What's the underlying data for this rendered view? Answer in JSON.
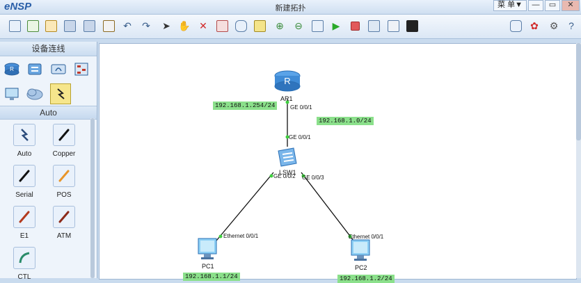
{
  "app": {
    "logo": "eNSP",
    "window_title": "新建拓扑",
    "menu_label": "菜 单▼"
  },
  "window_controls": {
    "minimize": "—",
    "restore": "▭",
    "close": "✕"
  },
  "toolbar": {
    "left_icons": [
      "new-topology-icon",
      "new-device-icon",
      "open-icon",
      "save-icon",
      "save-as-icon",
      "print-icon",
      "undo-icon",
      "redo-icon",
      "select-pointer-icon",
      "hand-pan-icon",
      "delete-icon",
      "delete-link-icon",
      "text-annotation-icon",
      "rectangle-icon",
      "zoom-in-icon",
      "zoom-out-icon",
      "fit-icon",
      "start-all-icon",
      "stop-all-icon",
      "capture-icon",
      "topology-icon",
      "screenshot-icon"
    ],
    "right_icons": [
      "chat-icon",
      "huawei-logo-icon",
      "settings-icon",
      "help-icon"
    ]
  },
  "left_panel": {
    "title": "设备连线",
    "devices": [
      "router-icon",
      "switch-icon",
      "wlan-icon",
      "firewall-icon",
      "pc-terminal-icon",
      "cloud-icon",
      "link-icon"
    ],
    "section_label": "Auto",
    "cables": [
      {
        "label": "Auto",
        "color": "#2c4c7c",
        "name": "auto-cable"
      },
      {
        "label": "Copper",
        "color": "#111111",
        "name": "copper-cable"
      },
      {
        "label": "Serial",
        "color": "#111111",
        "name": "serial-cable"
      },
      {
        "label": "POS",
        "color": "#e8952a",
        "name": "pos-cable"
      },
      {
        "label": "E1",
        "color": "#b33a1e",
        "name": "e1-cable"
      },
      {
        "label": "ATM",
        "color": "#8c2a1a",
        "name": "atm-cable"
      },
      {
        "label": "CTL",
        "color": "#2a8c6a",
        "name": "ctl-cable"
      }
    ]
  },
  "topology": {
    "nodes": [
      {
        "id": "ar1",
        "name": "AR1",
        "type": "router"
      },
      {
        "id": "lsw1",
        "name": "LSW1",
        "type": "switch"
      },
      {
        "id": "pc1",
        "name": "PC1",
        "type": "pc"
      },
      {
        "id": "pc2",
        "name": "PC2",
        "type": "pc"
      }
    ],
    "interfaces": {
      "ar1_down": "GE 0/0/1",
      "lsw_up": "GE 0/0/1",
      "lsw_left": "GE 0/0/2",
      "lsw_right": "GE 0/0/3",
      "pc1_port": "Ethernet 0/0/1",
      "pc2_port": "Ethernet 0/0/1"
    },
    "ip_labels": {
      "ar1_ip": "192.168.1.254/24",
      "network": "192.168.1.0/24",
      "pc1_ip": "192.168.1.1/24",
      "pc2_ip": "192.168.1.2/24"
    },
    "colors": {
      "ip_label_bg": "#8be08b",
      "link": "#111111",
      "port_dot": "#3fcf3f"
    }
  }
}
